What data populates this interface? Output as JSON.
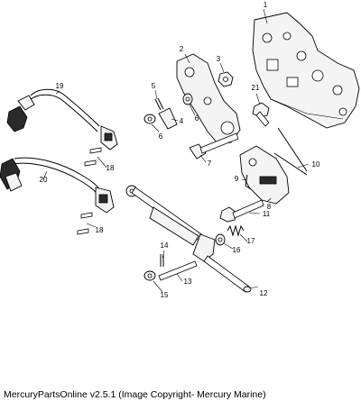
{
  "diagram": {
    "callouts": [
      "1",
      "2",
      "3",
      "4",
      "5",
      "6",
      "6",
      "7",
      "8",
      "9",
      "10",
      "11",
      "12",
      "13",
      "14",
      "15",
      "16",
      "17",
      "18",
      "18",
      "19",
      "20",
      "21"
    ]
  },
  "footer": {
    "text": "MercuryPartsOnline v2.5.1 (Image Copyright- Mercury Marine)"
  }
}
